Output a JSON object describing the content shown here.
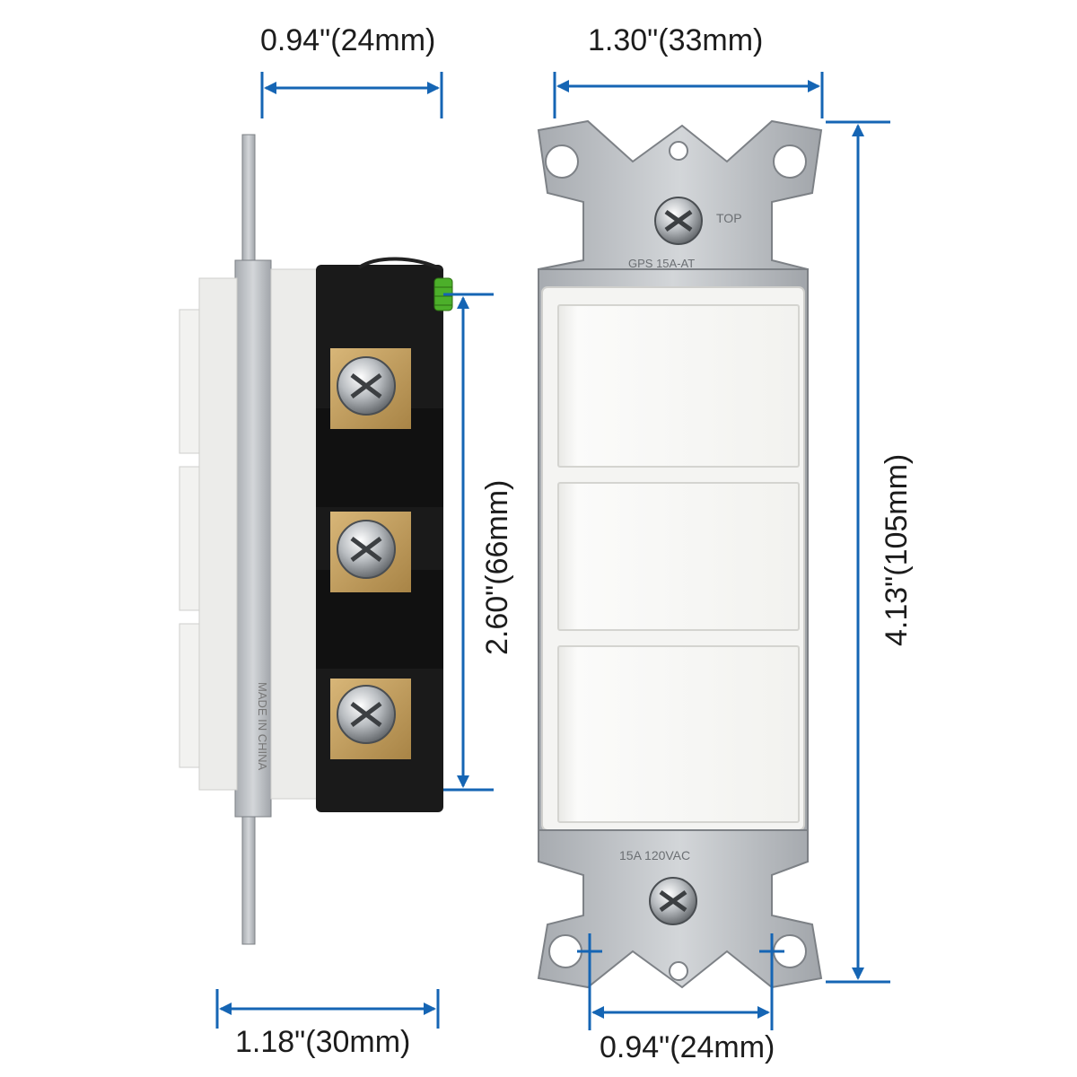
{
  "colors": {
    "dimension": "#1565b4",
    "metal": "#b9bcc0",
    "metal_dark": "#8d9196",
    "housing_black": "#1a1a1a",
    "rocker_white": "#f5f5f3",
    "brass": "#c9a25a",
    "ground_green": "#4caf2a"
  },
  "dimensions": {
    "side_depth_top": "0.94\"(24mm)",
    "side_depth_bottom": "1.18\"(30mm)",
    "terminal_span": "2.60\"(66mm)",
    "front_width": "1.30\"(33mm)",
    "front_height": "4.13\"(105mm)",
    "mount_hole_spacing": "0.94\"(24mm)"
  },
  "markings": {
    "yoke_top_text": "TOP",
    "yoke_top_rating": "GPS 15A-AT",
    "yoke_bottom_rating": "15A 120VAC",
    "side_made_in": "MADE IN CHINA"
  },
  "icons": [
    "screw-icon",
    "mounting-hole-icon",
    "ground-screw-icon"
  ]
}
